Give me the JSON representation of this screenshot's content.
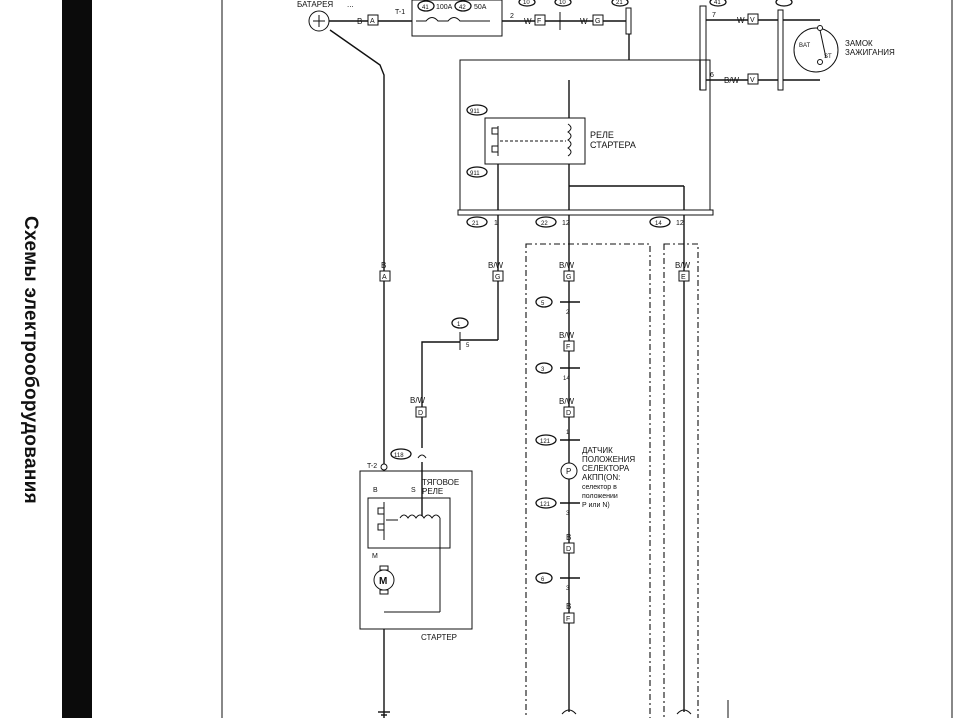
{
  "side_title": "Схемы электрооборудования",
  "labels": {
    "battery": "БАТАРЕЯ",
    "battery_dots": "...",
    "ignition_switch_1": "ЗАМОК",
    "ignition_switch_2": "ЗАЖИГАНИЯ",
    "bat": "BAT",
    "st": "ST",
    "starter_relay_1": "РЕЛЕ",
    "starter_relay_2": "СТАРТЕРА",
    "traction_relay_1": "ТЯГОВОЕ",
    "traction_relay_2": "РЕЛЕ",
    "starter": "СТАРТЕР",
    "motor": "M",
    "sensor_1": "ДАТЧИК",
    "sensor_2": "ПОЛОЖЕНИЯ",
    "sensor_3": "СЕЛЕКТОРА",
    "sensor_4": "АКПП(ON:",
    "sensor_5": "селектор в",
    "sensor_6": "положении",
    "sensor_7": "P или N)",
    "fuse_100": "100A",
    "fuse_50": "50A",
    "t1": "T-1",
    "t2": "T-2",
    "term_b": "B",
    "term_s": "S",
    "term_m": "M",
    "sensor_p": "P"
  },
  "wire_labels": {
    "b": "B",
    "w": "W",
    "bw": "B/W",
    "a": "A",
    "f": "F",
    "g": "G",
    "v": "V",
    "d": "D",
    "e": "E"
  },
  "connectors": {
    "c41": "41",
    "c42": "42",
    "c911": "911",
    "c21": "21",
    "c22": "22",
    "c14": "14",
    "c1": "1",
    "c5": "5",
    "c3": "3",
    "c121": "121",
    "c6": "6",
    "c118": "118",
    "c10": "10"
  },
  "pins": {
    "p1": "1",
    "p2": "2",
    "p3": "3",
    "p5": "5",
    "p6": "6",
    "p7": "7",
    "p12": "12",
    "p14": "14",
    "p21": "21"
  }
}
